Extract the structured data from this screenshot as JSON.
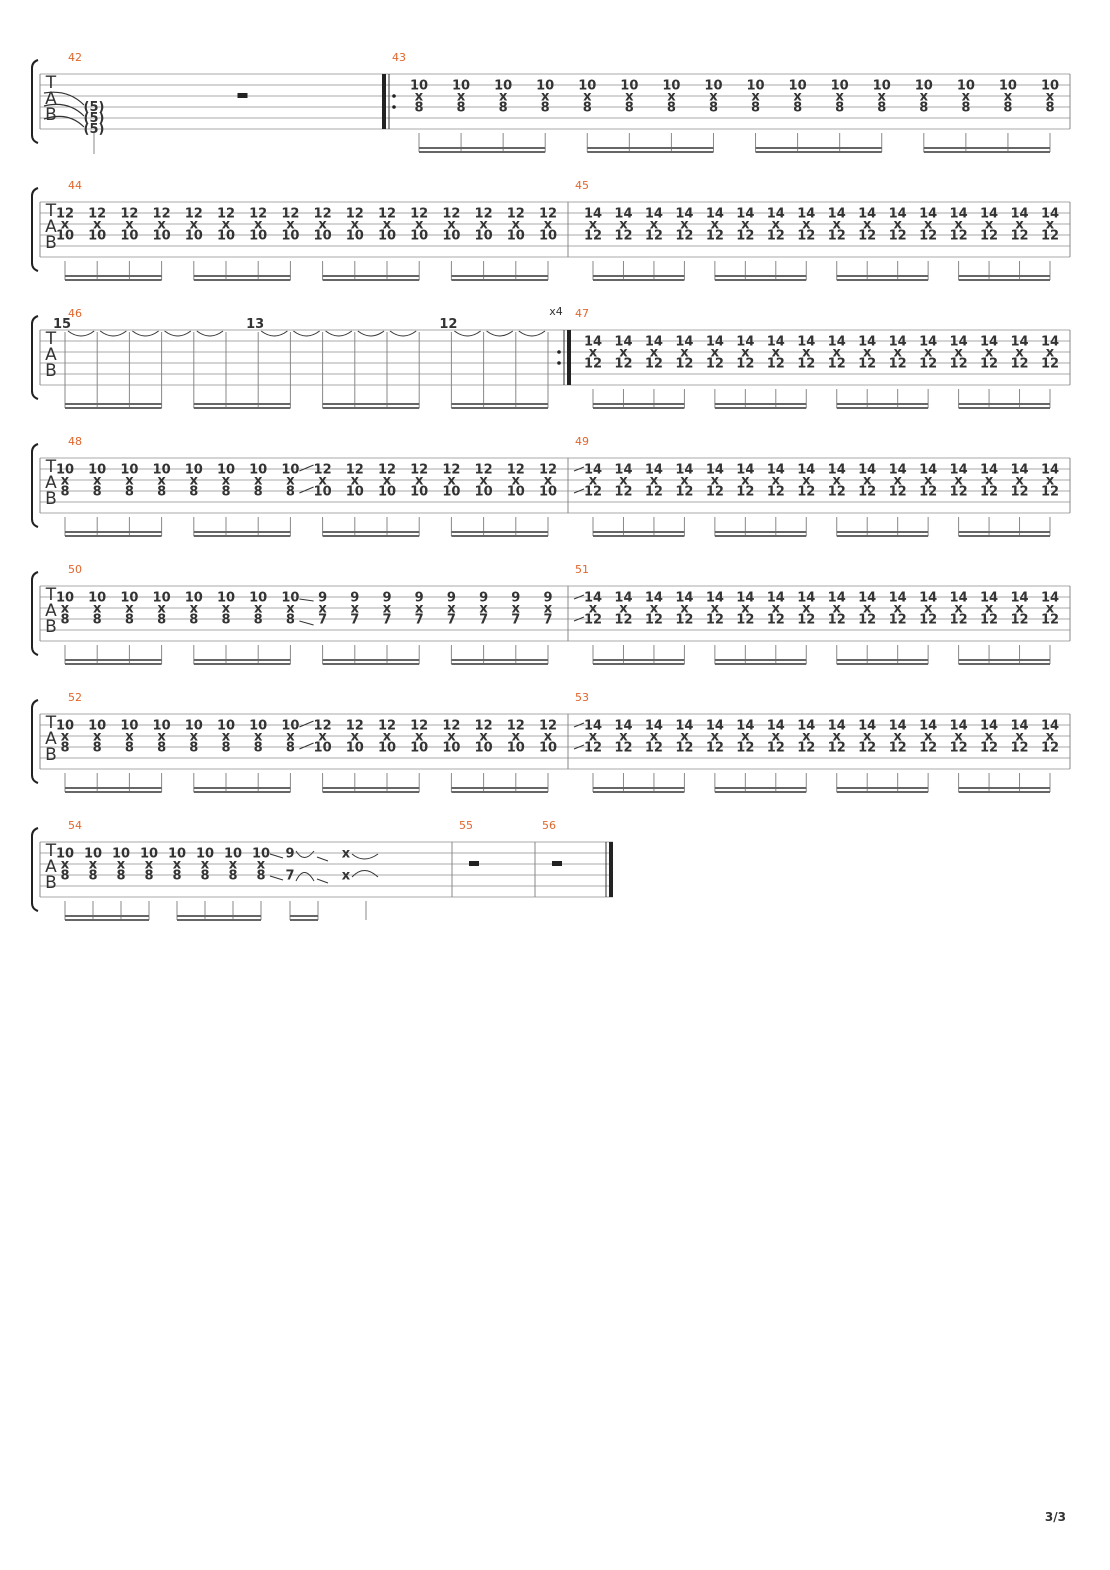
{
  "page_number": "3/3",
  "clef": [
    "T",
    "A",
    "B"
  ],
  "systems": [
    {
      "measures": [
        {
          "number": "42",
          "kind": "rest",
          "tied_open": [
            "(5)",
            "(5)",
            "(5)"
          ]
        },
        {
          "number": "43",
          "kind": "pattern",
          "repeat_start": true,
          "count": 16,
          "strings": [
            [
              "10",
              1
            ],
            [
              "x",
              2
            ],
            [
              "8",
              3
            ]
          ]
        }
      ]
    },
    {
      "measures": [
        {
          "number": "44",
          "kind": "pattern",
          "count": 16,
          "strings": [
            [
              "12",
              1
            ],
            [
              "x",
              2
            ],
            [
              "10",
              3
            ]
          ]
        },
        {
          "number": "45",
          "kind": "pattern",
          "count": 16,
          "strings": [
            [
              "14",
              1
            ],
            [
              "x",
              2
            ],
            [
              "12",
              3
            ]
          ]
        }
      ]
    },
    {
      "measures": [
        {
          "number": "46",
          "kind": "ties",
          "groups": [
            [
              "15",
              6
            ],
            [
              "13",
              6
            ],
            [
              "12",
              4
            ]
          ],
          "repeat_end": true,
          "repeat_text": "x4"
        },
        {
          "number": "47",
          "kind": "pattern",
          "count": 16,
          "strings": [
            [
              "14",
              1
            ],
            [
              "x",
              2
            ],
            [
              "12",
              3
            ]
          ]
        }
      ]
    },
    {
      "measures": [
        {
          "number": "48",
          "kind": "pattern",
          "count": 16,
          "strings": [
            [
              "10",
              1
            ],
            [
              "x",
              2
            ],
            [
              "8",
              3
            ]
          ],
          "switch_at": 8,
          "strings_b": [
            [
              "12",
              1
            ],
            [
              "x",
              2
            ],
            [
              "10",
              3
            ]
          ]
        },
        {
          "number": "49",
          "kind": "pattern",
          "count": 16,
          "strings": [
            [
              "14",
              1
            ],
            [
              "x",
              2
            ],
            [
              "12",
              3
            ]
          ],
          "slide_in": true
        }
      ]
    },
    {
      "measures": [
        {
          "number": "50",
          "kind": "pattern",
          "count": 16,
          "strings": [
            [
              "10",
              1
            ],
            [
              "x",
              2
            ],
            [
              "8",
              3
            ]
          ],
          "switch_at": 8,
          "strings_b": [
            [
              "9",
              1
            ],
            [
              "x",
              2
            ],
            [
              "7",
              3
            ]
          ]
        },
        {
          "number": "51",
          "kind": "pattern",
          "count": 16,
          "strings": [
            [
              "14",
              1
            ],
            [
              "x",
              2
            ],
            [
              "12",
              3
            ]
          ],
          "slide_in": true
        }
      ]
    },
    {
      "measures": [
        {
          "number": "52",
          "kind": "pattern",
          "count": 16,
          "strings": [
            [
              "10",
              1
            ],
            [
              "x",
              2
            ],
            [
              "8",
              3
            ]
          ],
          "switch_at": 8,
          "strings_b": [
            [
              "12",
              1
            ],
            [
              "x",
              2
            ],
            [
              "10",
              3
            ]
          ]
        },
        {
          "number": "53",
          "kind": "pattern",
          "count": 16,
          "strings": [
            [
              "14",
              1
            ],
            [
              "x",
              2
            ],
            [
              "12",
              3
            ]
          ],
          "slide_in": true
        }
      ]
    },
    {
      "measures": [
        {
          "number": "54",
          "kind": "ending",
          "count": 8,
          "strings": [
            [
              "10",
              1
            ],
            [
              "x",
              2
            ],
            [
              "8",
              3
            ]
          ],
          "tail": [
            [
              "9",
              1
            ],
            [
              "7",
              3
            ]
          ],
          "tail_x": [
            "x",
            "x"
          ]
        },
        {
          "number": "55",
          "kind": "rest"
        },
        {
          "number": "56",
          "kind": "rest",
          "final": true
        }
      ]
    }
  ]
}
